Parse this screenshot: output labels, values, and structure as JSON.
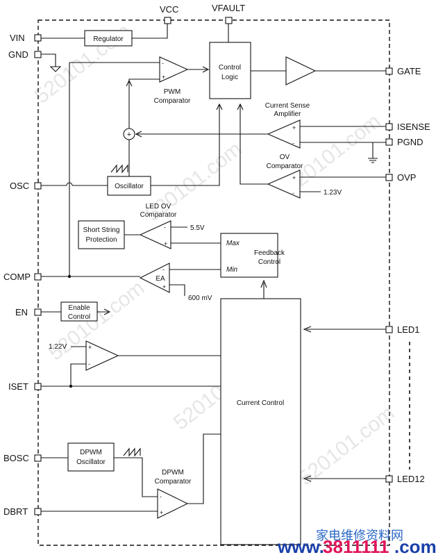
{
  "pins": {
    "vin": "VIN",
    "gnd": "GND",
    "vcc": "VCC",
    "vfault": "VFAULT",
    "gate": "GATE",
    "isense": "ISENSE",
    "pgnd": "PGND",
    "ovp": "OVP",
    "osc": "OSC",
    "comp": "COMP",
    "en": "EN",
    "iset": "ISET",
    "bosc": "BOSC",
    "dbrt": "DBRT",
    "led1": "LED1",
    "led12": "LED12"
  },
  "blocks": {
    "regulator": "Regulator",
    "control_logic_1": "Control",
    "control_logic_2": "Logic",
    "pwm_comp_1": "PWM",
    "pwm_comp_2": "Comparator",
    "cs_amp_1": "Current Sense",
    "cs_amp_2": "Amplifier",
    "ov_comp_1": "OV",
    "ov_comp_2": "Comparator",
    "oscillator": "Oscillator",
    "led_ov_1": "LED OV",
    "led_ov_2": "Comparator",
    "short_string_1": "Short String",
    "short_string_2": "Protection",
    "feedback_1": "Feedback",
    "feedback_2": "Control",
    "fb_max": "Max",
    "fb_min": "Min",
    "ea": "EA",
    "enable_1": "Enable",
    "enable_2": "Control",
    "current_control": "Current Control",
    "dpwm_osc_1": "DPWM",
    "dpwm_osc_2": "Oscillator",
    "dpwm_comp_1": "DPWM",
    "dpwm_comp_2": "Comparator"
  },
  "voltages": {
    "ovp_ref": "1.23V",
    "led_ov_ref": "5.5V",
    "ea_ref": "600 mV",
    "iset_ref": "1.22V"
  },
  "signs": {
    "minus": "-",
    "plus": "+",
    "sum": "+"
  },
  "watermark": "520101.com",
  "footer": {
    "www": "www.",
    "number": "3811111",
    "com": ".com",
    "cn": "家电维修资料网"
  }
}
